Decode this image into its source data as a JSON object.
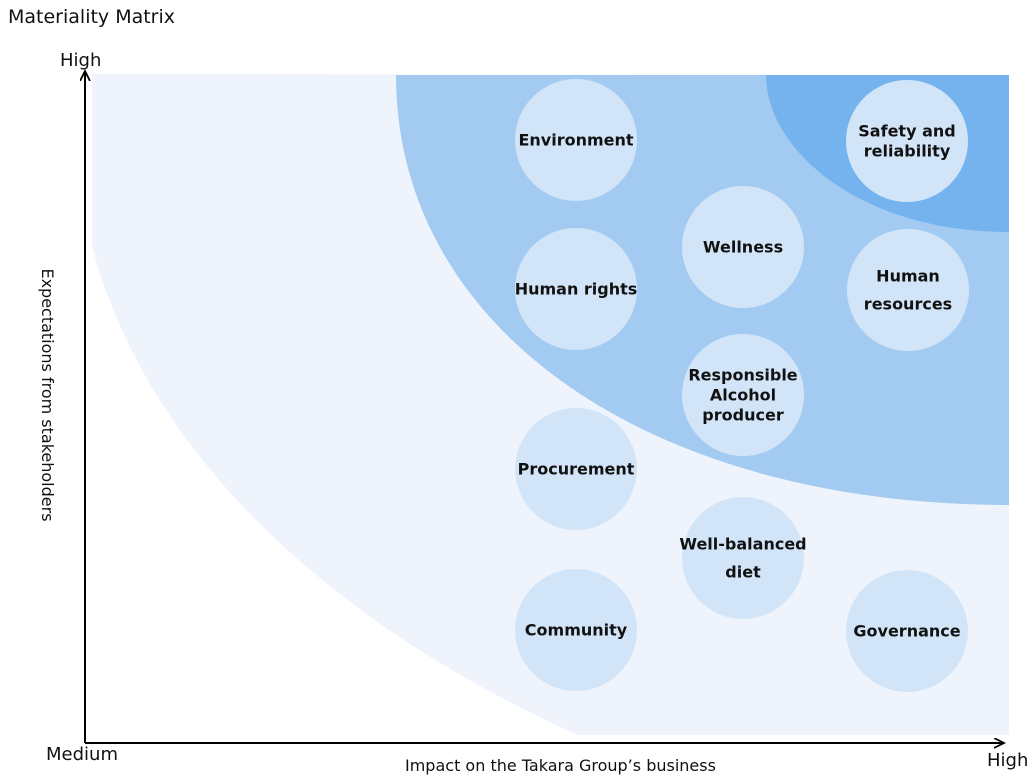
{
  "title": "Materiality Matrix",
  "axes": {
    "y_high": "High",
    "origin": "Medium",
    "x_high": "High",
    "x_label": "Impact on the Takara Group’s business",
    "y_label": "Expectations from stakeholders"
  },
  "colors": {
    "outer_zone": "#eff4fc",
    "middle_zone": "#a3cbf2",
    "inner_zone": "#75b3ee",
    "bubble": "#d2e5f8",
    "axis": "#000000",
    "text": "#111111"
  },
  "items": [
    {
      "name": "environment",
      "label_lines": [
        "Environment"
      ]
    },
    {
      "name": "safety-and-reliability",
      "label_lines": [
        "Safety and",
        "reliability"
      ]
    },
    {
      "name": "wellness",
      "label_lines": [
        "Wellness"
      ]
    },
    {
      "name": "human-rights",
      "label_lines": [
        "Human rights"
      ]
    },
    {
      "name": "human-resources",
      "label_lines": [
        "Human",
        "resources"
      ]
    },
    {
      "name": "responsible-alcohol-producer",
      "label_lines": [
        "Responsible",
        "Alcohol",
        "producer"
      ]
    },
    {
      "name": "procurement",
      "label_lines": [
        "Procurement"
      ]
    },
    {
      "name": "well-balanced-diet",
      "label_lines": [
        "Well-balanced",
        "diet"
      ]
    },
    {
      "name": "community",
      "label_lines": [
        "Community"
      ]
    },
    {
      "name": "governance",
      "label_lines": [
        "Governance"
      ]
    }
  ]
}
